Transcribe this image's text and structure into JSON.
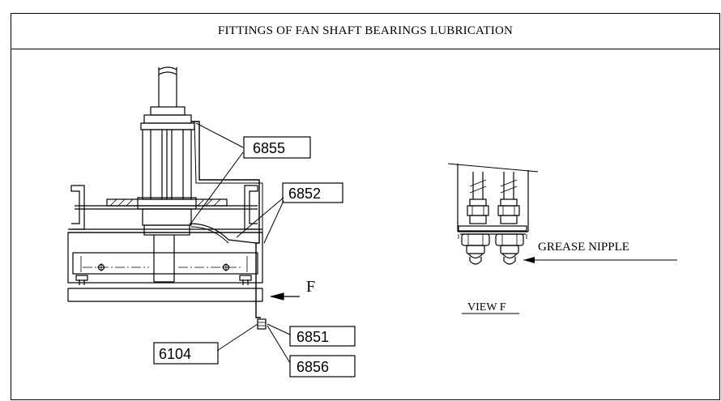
{
  "title": "FITTINGS OF FAN SHAFT BEARINGS LUBRICATION",
  "callouts": {
    "c6855": "6855",
    "c6852": "6852",
    "c6104": "6104",
    "c6851": "6851",
    "c6856": "6856"
  },
  "view_arrow_label": "F",
  "view_caption": "VIEW F",
  "grease_nipple_label": "GREASE NIPPLE"
}
